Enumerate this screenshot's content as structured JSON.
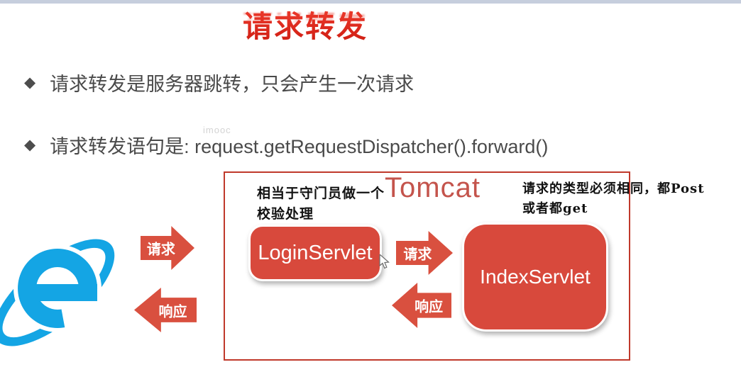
{
  "title": {
    "text": "请求转发",
    "color": "#dc2b1f"
  },
  "watermark": {
    "text": "imooc"
  },
  "bullets": {
    "glyph": "◆",
    "items": [
      {
        "text": "请求转发是服务器跳转，只会产生一次请求"
      },
      {
        "text": "请求转发语句是: request.getRequestDispatcher().forward()"
      }
    ]
  },
  "diagram": {
    "browser": {
      "icon": "internet-explorer-logo",
      "color": "#14a5e4"
    },
    "tomcat": {
      "label": "Tomcat",
      "border_color": "#c0392b",
      "label_color": "#c4544c"
    },
    "gatekeeper_note": {
      "line1": "相当于守门员做一个",
      "line2": "校验处理"
    },
    "type_note": {
      "line1": "请求的类型必须相同，都Post",
      "line2": "或者都get"
    },
    "nodes": [
      {
        "label": "LoginServlet"
      },
      {
        "label": "IndexServlet"
      }
    ],
    "node_color": "#d8493c",
    "arrows": [
      {
        "label": "请求",
        "direction": "right"
      },
      {
        "label": "响应",
        "direction": "left"
      },
      {
        "label": "请求",
        "direction": "right"
      },
      {
        "label": "响应",
        "direction": "left"
      }
    ],
    "arrow_color": "#d9503f"
  }
}
